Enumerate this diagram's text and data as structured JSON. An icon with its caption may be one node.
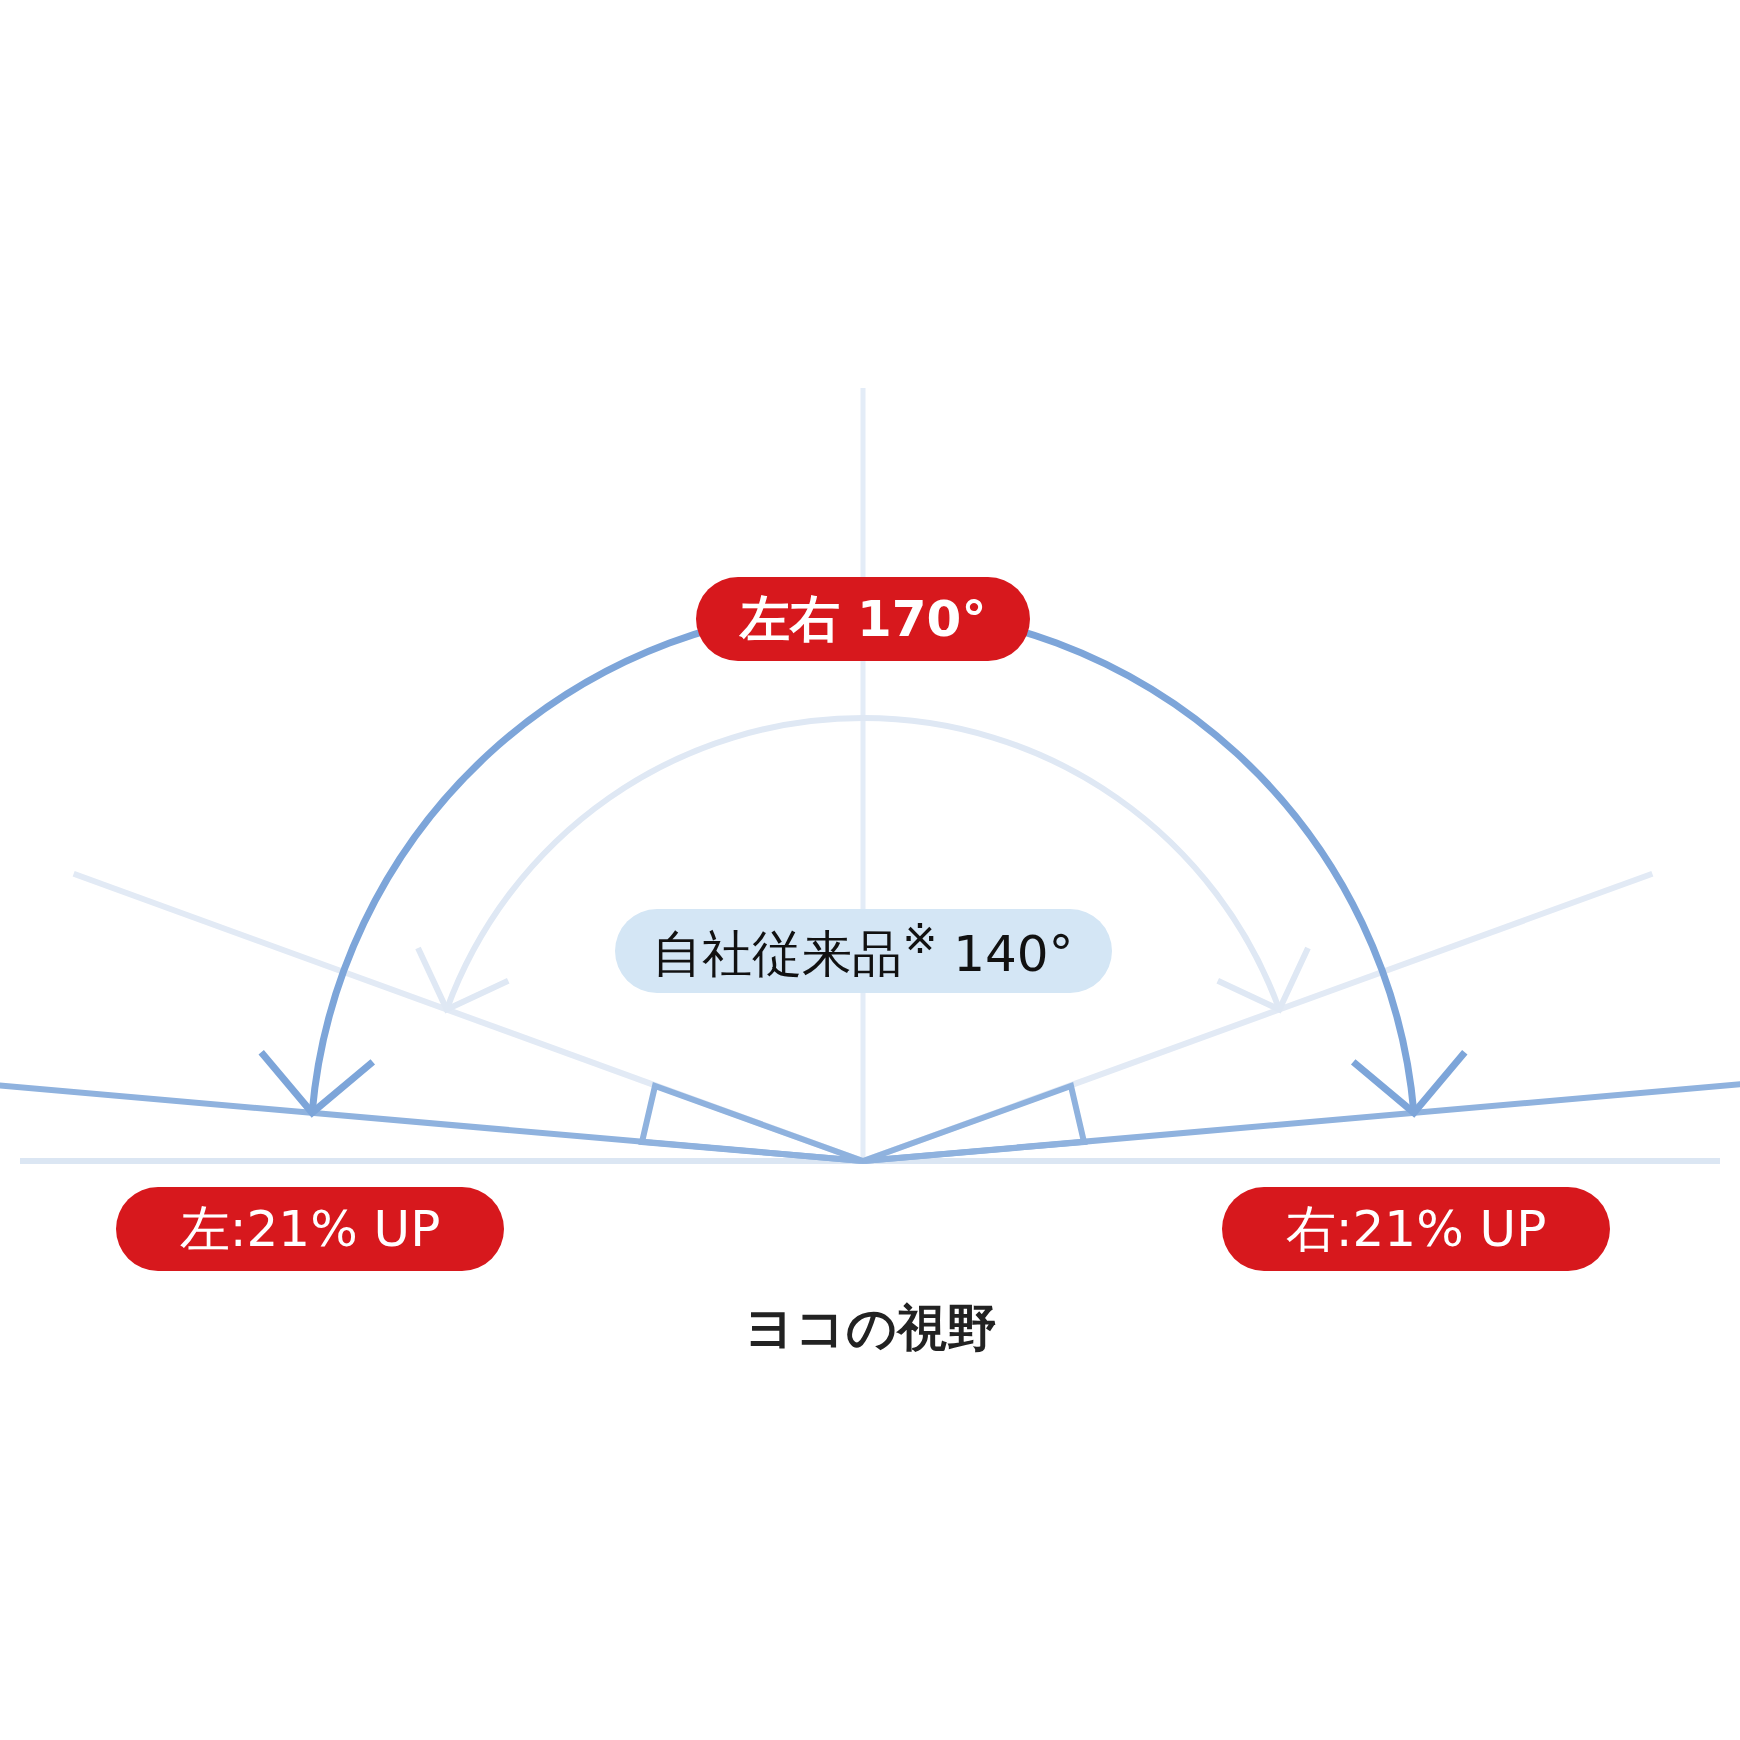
{
  "diagram": {
    "caption": "ヨコの視野",
    "nodes": [
      {
        "text": [
          "左右 170°"
        ]
      },
      {
        "text": [
          "自社従来品$^{※}$ 140°"
        ]
      },
      {
        "text": [
          "左:21% UP"
        ]
      },
      {
        "text": [
          "右:21% UP"
        ]
      }
    ]
  }
}
